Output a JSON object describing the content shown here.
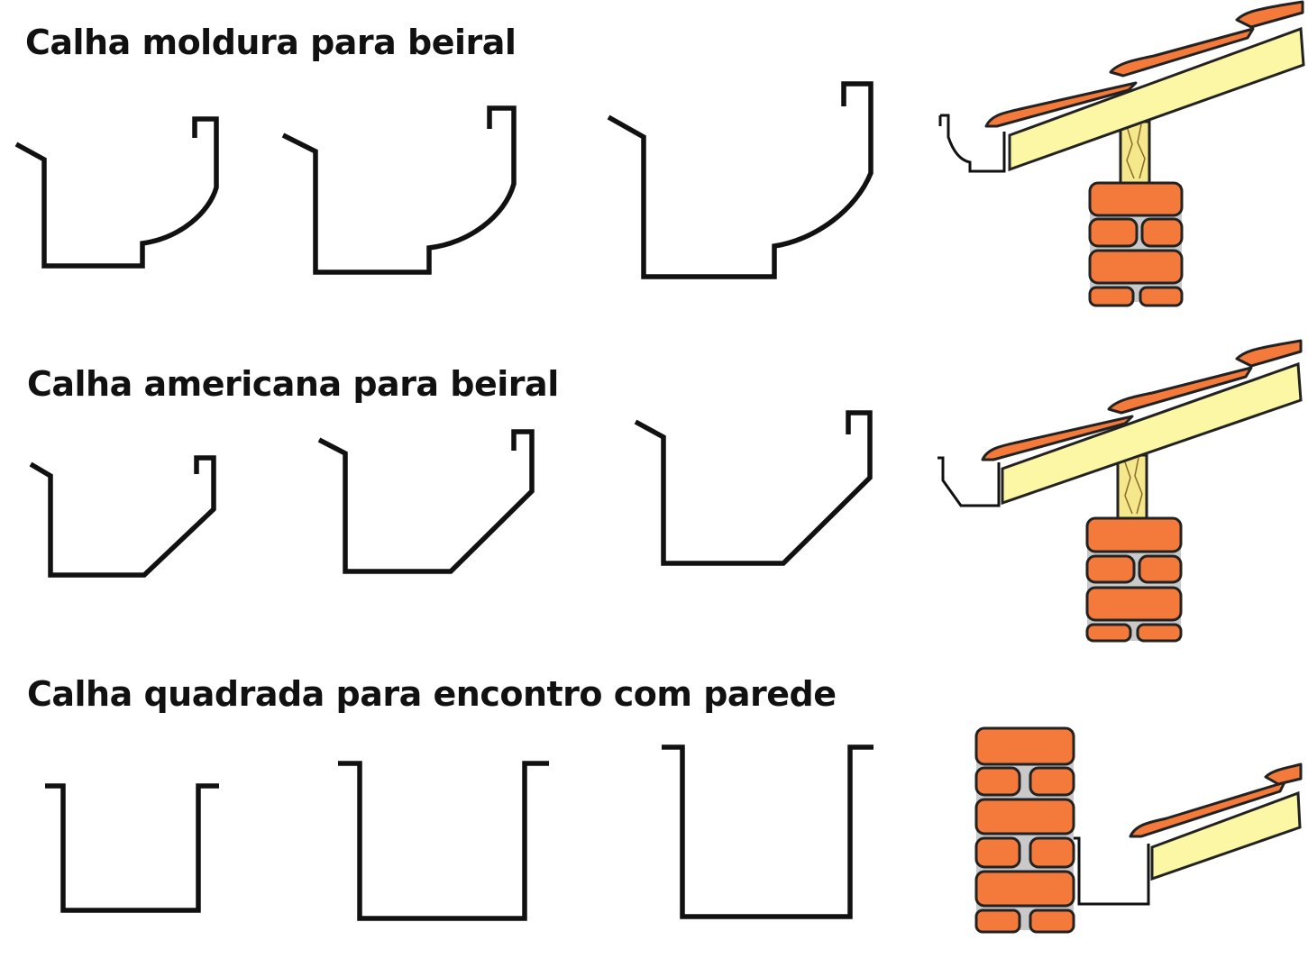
{
  "sections": [
    {
      "title": "Calha moldura para beiral"
    },
    {
      "title": "Calha americana para beiral"
    },
    {
      "title": "Calha quadrada para encontro com parede"
    }
  ],
  "colors": {
    "brick": "#F47A3C",
    "mortar": "#C9C9C9",
    "rafter": "#FBF7A4",
    "outline": "#111111"
  }
}
